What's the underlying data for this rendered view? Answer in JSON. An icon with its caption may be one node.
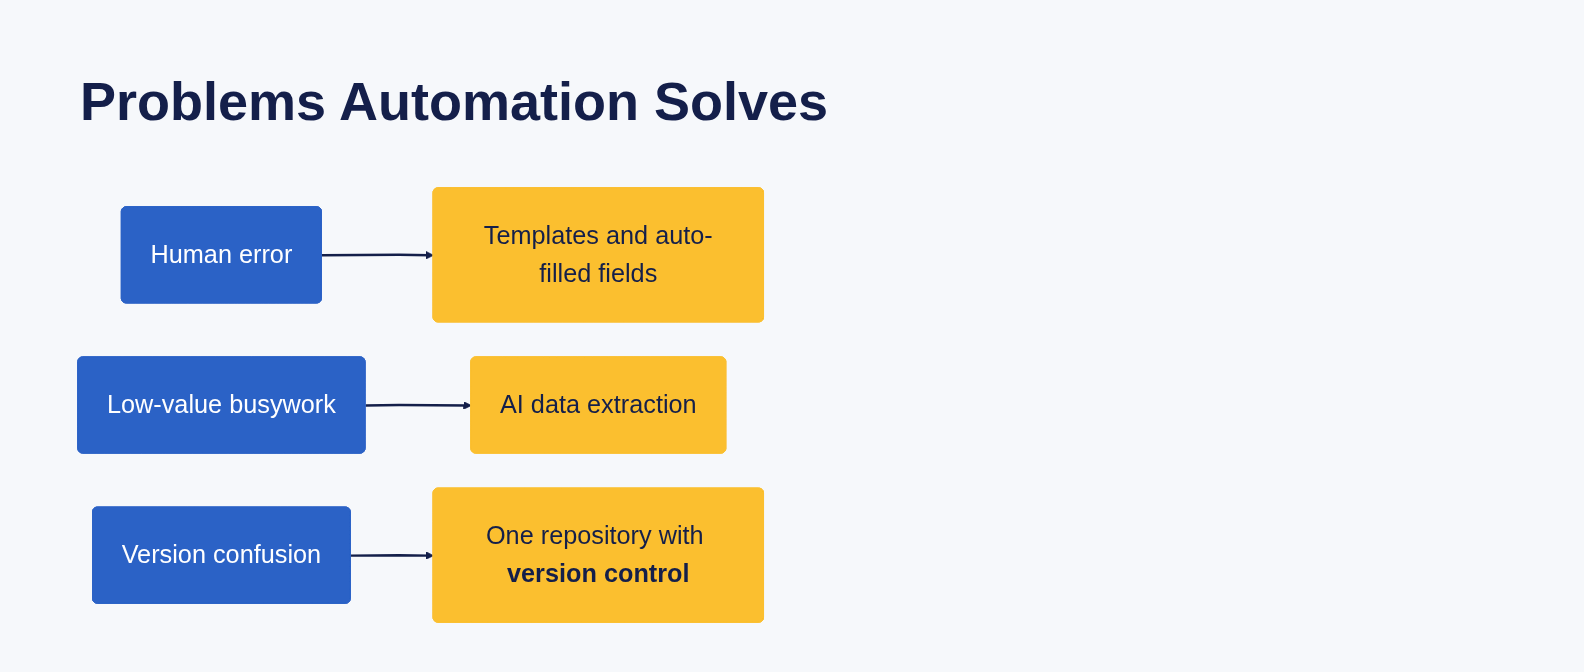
{
  "diagram": {
    "title": "Problems Automation Solves",
    "nodes": [
      {
        "text": [
          "Human error"
        ]
      },
      {
        "text": [
          "Templates and auto-filled fields"
        ]
      },
      {
        "text": [
          "Low-value busywork"
        ]
      },
      {
        "text": [
          "AI data extraction"
        ]
      },
      {
        "text": [
          "Version confusion"
        ]
      },
      {
        "text": [
          "One repository with **version control**"
        ]
      }
    ],
    "edges": [
      {
        "from": 0,
        "to": 1,
        "arrow": "to"
      },
      {
        "from": 2,
        "to": 3,
        "arrow": "to"
      },
      {
        "from": 4,
        "to": 5,
        "arrow": "to"
      }
    ]
  }
}
